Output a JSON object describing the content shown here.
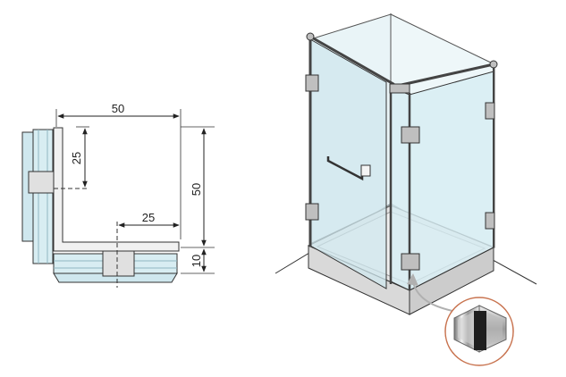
{
  "dimensions": {
    "top_width": "50",
    "left_offset": "25",
    "right_height": "50",
    "bottom_offset": "25",
    "thickness": "10"
  },
  "colors": {
    "line": "#333333",
    "glass": "#cfe7ee",
    "glass_edge": "#8fb6c2",
    "floor": "#e6e6e6",
    "base": "#d9d9d9",
    "callout_ring": "#c8734f"
  },
  "icons": {
    "hinge_detail": "glass-hinge-icon",
    "callout_arrow": "arrow-icon"
  }
}
